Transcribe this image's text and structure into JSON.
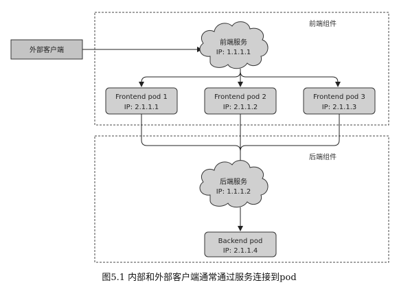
{
  "groups": {
    "frontend": {
      "label": "前端组件"
    },
    "backend": {
      "label": "后端组件"
    }
  },
  "nodes": {
    "external_client": {
      "label": "外部客户端"
    },
    "frontend_service": {
      "label": "前端服务",
      "ip": "IP: 1.1.1.1"
    },
    "frontend_pod_1": {
      "label": "Frontend pod 1",
      "ip": "IP: 2.1.1.1"
    },
    "frontend_pod_2": {
      "label": "Frontend pod 2",
      "ip": "IP: 2.1.1.2"
    },
    "frontend_pod_3": {
      "label": "Frontend pod 3",
      "ip": "IP: 2.1.1.3"
    },
    "backend_service": {
      "label": "后端服务",
      "ip": "IP: 1.1.1.2"
    },
    "backend_pod": {
      "label": "Backend pod",
      "ip": "IP: 2.1.1.4"
    }
  },
  "caption": "图5.1 内部和外部客户端通常通过服务连接到pod",
  "colors": {
    "node_fill": "#d0d0d0",
    "external_fill": "#c4c4c4",
    "stroke": "#333333",
    "group_border": "#444444"
  }
}
